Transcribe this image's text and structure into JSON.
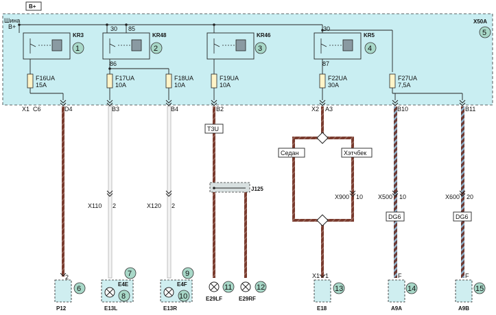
{
  "bus": {
    "tag": "B+",
    "label_line1": "Шина",
    "label_line2": "B+"
  },
  "block_label": "X50A",
  "callout_numbers": [
    "1",
    "2",
    "3",
    "4",
    "5",
    "6",
    "7",
    "8",
    "9",
    "10",
    "11",
    "12",
    "13",
    "14",
    "15"
  ],
  "relays": [
    {
      "id": "KR3",
      "pin_top_left": "",
      "pin_top_right": "",
      "pin_bottom": ""
    },
    {
      "id": "KR48",
      "pin_top_left": "30",
      "pin_top_right": "85",
      "pin_bottom": "86"
    },
    {
      "id": "KR46",
      "pin_top_left": "",
      "pin_top_right": "",
      "pin_bottom": ""
    },
    {
      "id": "KR5",
      "pin_top_left": "30",
      "pin_top_right": "",
      "pin_bottom": "87"
    }
  ],
  "fuses": [
    {
      "name": "F16UA",
      "rating": "15A"
    },
    {
      "name": "F17UA",
      "rating": "10A"
    },
    {
      "name": "F18UA",
      "rating": "10A"
    },
    {
      "name": "F19UA",
      "rating": "10A"
    },
    {
      "name": "F22UA",
      "rating": "30A"
    },
    {
      "name": "F27UA",
      "rating": "7,5A"
    }
  ],
  "connectors_top": {
    "x1": "X1",
    "c6": "C6",
    "d4": "D4",
    "b3": "B3",
    "b4": "B4",
    "b2": "B2",
    "x2": "X2",
    "a3": "A3",
    "b10": "B10",
    "b11": "B11"
  },
  "mid": {
    "t3u": "T3U",
    "j125": "J125",
    "sedan": "Седан",
    "hatch": "Хэтчбек",
    "x110": "X110",
    "x110_pin": "2",
    "x120": "X120",
    "x120_pin": "2",
    "x900": "X900",
    "x900_pin": "10",
    "x500": "X500",
    "x500_pin": "10",
    "x600": "X600",
    "x600_pin": "20",
    "dg6_a": "DG6",
    "dg6_b": "DG6"
  },
  "components": {
    "p12": {
      "label": "P12",
      "pin": "2"
    },
    "e13l": {
      "label": "E13L",
      "sub": "E4E"
    },
    "e13r": {
      "label": "E13R",
      "sub": "E4F"
    },
    "e29lf": {
      "label": "E29LF"
    },
    "e29rf": {
      "label": "E29RF"
    },
    "e18": {
      "label": "E18",
      "conn": "X1",
      "pin": "1"
    },
    "a9a": {
      "label": "A9A",
      "pin": "F"
    },
    "a9b": {
      "label": "A9B",
      "pin": "F"
    }
  },
  "colors": {
    "wire_brown": "#7a3b2e",
    "wire_accent": "#8fb0c8",
    "wire_white": "#e8e8e8",
    "wire_grey": "#9a9a9a",
    "block_fill": "#c9eef2",
    "callout": "#a8d8c8",
    "fuse_fill": "#fff4c8"
  }
}
